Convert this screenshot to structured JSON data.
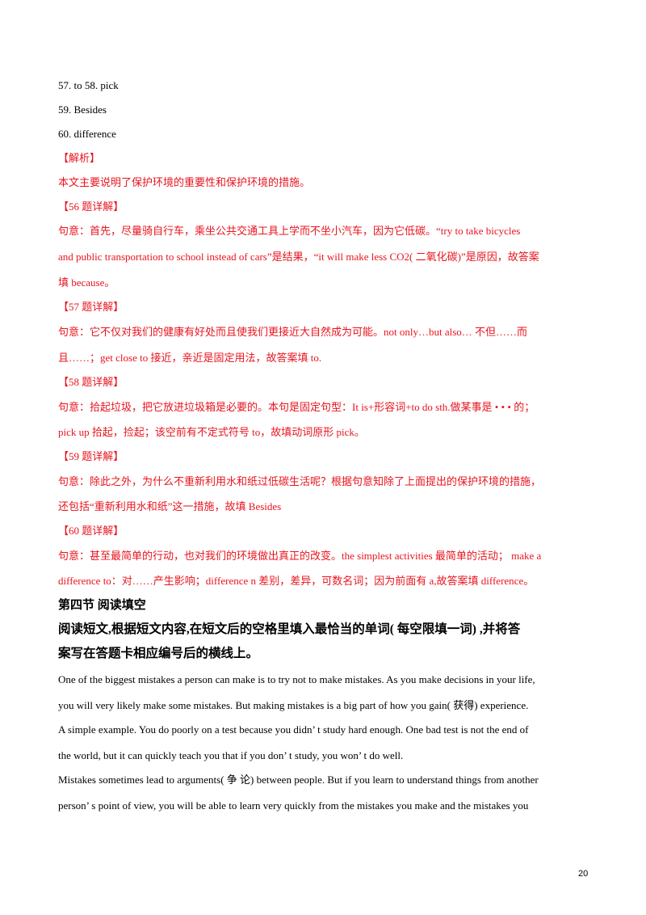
{
  "answers": {
    "a57_58": "57. to    58. pick",
    "a59": "59. Besides",
    "a60": "60. difference"
  },
  "analysis": {
    "title": "【解析】",
    "summary": "本文主要说明了保护环境的重要性和保护环境的措施。"
  },
  "q56": {
    "title": "【56 题详解】",
    "lines": [
      "句意：首先，尽量骑自行车，乘坐公共交通工具上学而不坐小汽车，因为它低碳。“try  to  take  bicycles",
      "and  public transportation to school instead of cars”是结果，“it will make less CO2( 二氧化碳)”是原因，故答案",
      "填 because。"
    ]
  },
  "q57": {
    "title": "【57 题详解】",
    "lines": [
      "句意：它不仅对我们的健康有好处而且使我们更接近大自然成为可能。not only…but also… 不但……而",
      "且……；get close to 接近，亲近是固定用法，故答案填 to."
    ]
  },
  "q58": {
    "title": "【58 题详解】",
    "lines": [
      "句意：拾起垃圾，把它放进垃圾箱是必要的。本句是固定句型：It is+形容词+to do sth.做某事是 • • • 的；",
      "pick up 拾起，捡起；该空前有不定式符号 to，故填动词原形 pick。"
    ]
  },
  "q59": {
    "title": "【59 题详解】",
    "lines": [
      "句意：除此之外，为什么不重新利用水和纸过低碳生活呢？根据句意知除了上面提出的保护环境的措施，",
      "还包括“重新利用水和纸”这一措施，故填 Besides"
    ]
  },
  "q60": {
    "title": "【60 题详解】",
    "lines": [
      "句意：甚至最简单的行动，也对我们的环境做出真正的改变。the simplest activities 最简单的活动； make a",
      "difference to：对……产生影响；difference  n    差别，差异，可数名词；因为前面有 a,故答案填 difference。"
    ]
  },
  "section4": {
    "title": "第四节 阅读填空",
    "instruction": [
      "阅读短文,根据短文内容,在短文后的空格里填入最恰当的单词( 每空限填一词) ,并将答",
      "案写在答题卡相应编号后的横线上。"
    ]
  },
  "passage": [
    "One of the biggest mistakes a person can make is to try not to make mistakes.  As you make decisions in your life,",
    "you will very likely make some mistakes.  But making mistakes is a big part of how you gain( 获得) experience.",
    "A simple example.  You do poorly on a test because  you didn’ t study hard enough.  One bad test is not the end of",
    "the world, but it can quickly teach you that if you don’ t study, you won’ t do well.",
    "Mistakes sometimes lead to arguments( 争 论) between people.  But if you learn to understand things from another",
    "person’ s point of view, you will be able to learn very quickly from the mistakes you make and the mistakes you"
  ],
  "page_number": "20"
}
